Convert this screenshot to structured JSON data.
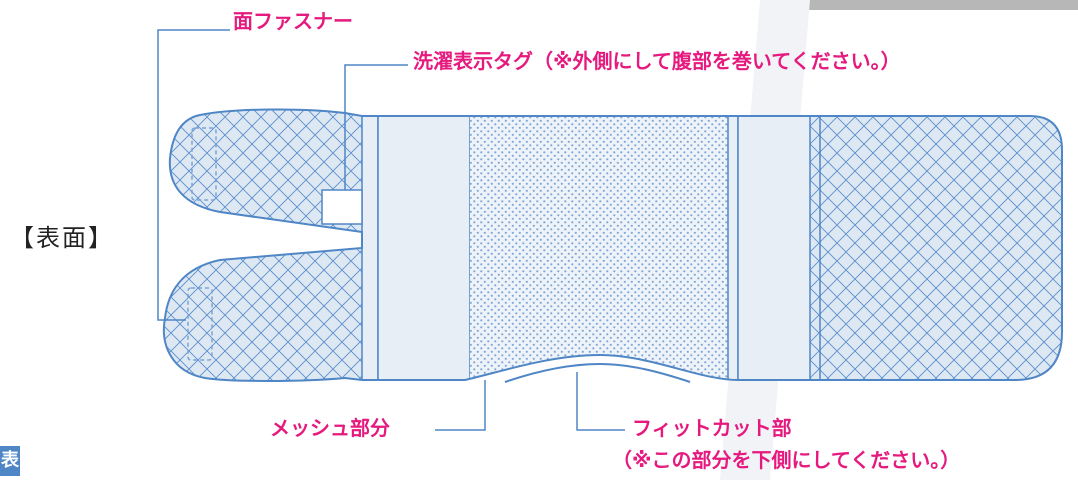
{
  "labels": {
    "hook_fastener": "面ファスナー",
    "wash_tag": "洗濯表示タグ（※外側にして腹部を巻いてください。）",
    "mesh": "メッシュ部分",
    "fit_cut_line1": "フィットカット部",
    "fit_cut_line2": "（※この部分を下側にしてください。）",
    "side": "【表面】",
    "corner_badge": "表"
  },
  "colors": {
    "outline": "#4f86c6",
    "fill": "#dde8f3",
    "hatch": "#5b8fcc",
    "panel": "#e7eef6",
    "text_accent": "#e5197e",
    "background_band": "#f1f3f7"
  }
}
